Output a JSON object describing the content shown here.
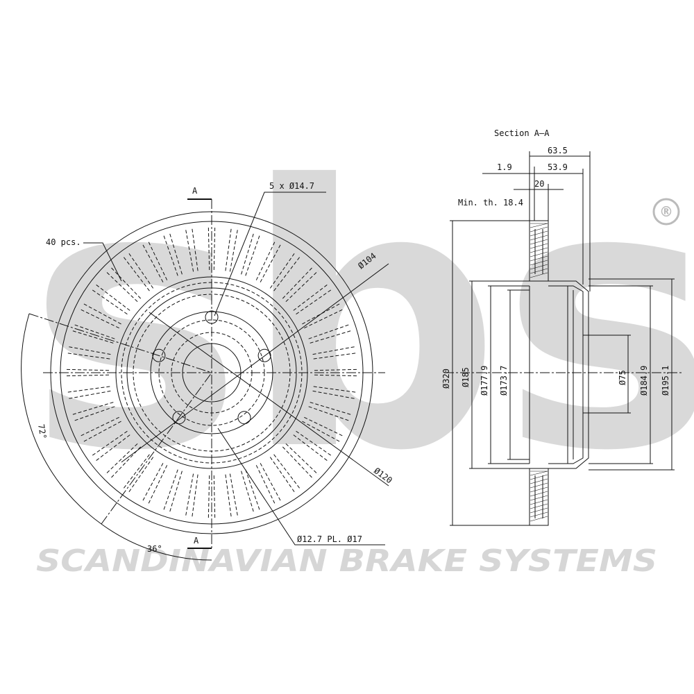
{
  "brand": {
    "logo_text": "sbs",
    "registered_mark": "®",
    "tagline": "SCANDINAVIAN BRAKE SYSTEMS"
  },
  "front_view": {
    "section_mark_top": "A",
    "section_mark_bottom": "A",
    "vanes_label": "40 pcs.",
    "bolt_holes_label": "5 x Ø14.7",
    "pcd_label": "Ø104",
    "hub_label": "Ø120",
    "aux_holes_label": "Ø12.7 PL. Ø17",
    "angle_72_label": "72°",
    "angle_36_label": "36°"
  },
  "section_view": {
    "title": "Section A–A",
    "dim_total_width": "63.5",
    "dim_offset": "1.9",
    "dim_hat_depth": "53.9",
    "dim_thickness": "20",
    "min_thickness": "Min. th. 18.4",
    "dia_outer": "Ø320",
    "dia_inner_ring": "Ø185",
    "dia_drum_1": "Ø177.9",
    "dia_drum_2": "Ø173.7",
    "dia_center_bore": "Ø75",
    "dia_hat_1": "Ø184.9",
    "dia_hat_2": "Ø195.1"
  }
}
